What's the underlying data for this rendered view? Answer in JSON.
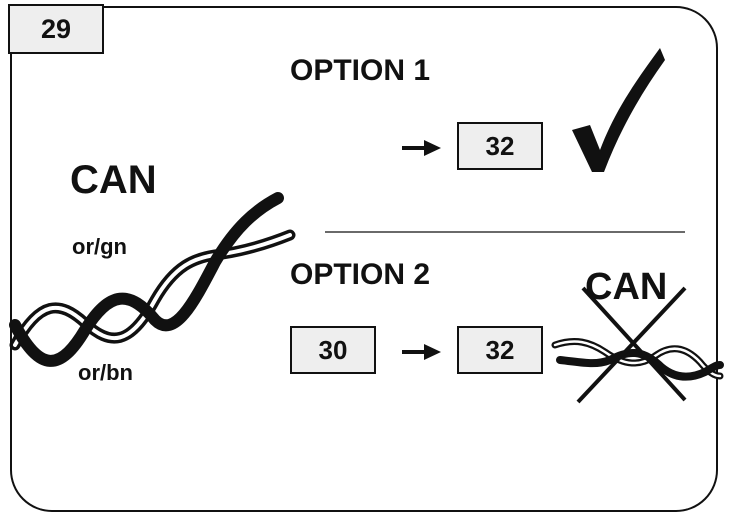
{
  "step_number": "29",
  "left": {
    "title": "CAN",
    "wire_top_label": "or/gn",
    "wire_bottom_label": "or/bn"
  },
  "option1": {
    "title": "OPTION 1",
    "target_terminal": "32",
    "status": "correct",
    "status_icon": "checkmark-icon"
  },
  "option2": {
    "title": "OPTION 2",
    "source_terminal": "30",
    "target_terminal": "32",
    "crossed_label": "CAN",
    "status": "not-allowed",
    "status_icon": "cross-out-icon"
  },
  "colors": {
    "ink": "#111111",
    "box_fill": "#eeeeee"
  }
}
